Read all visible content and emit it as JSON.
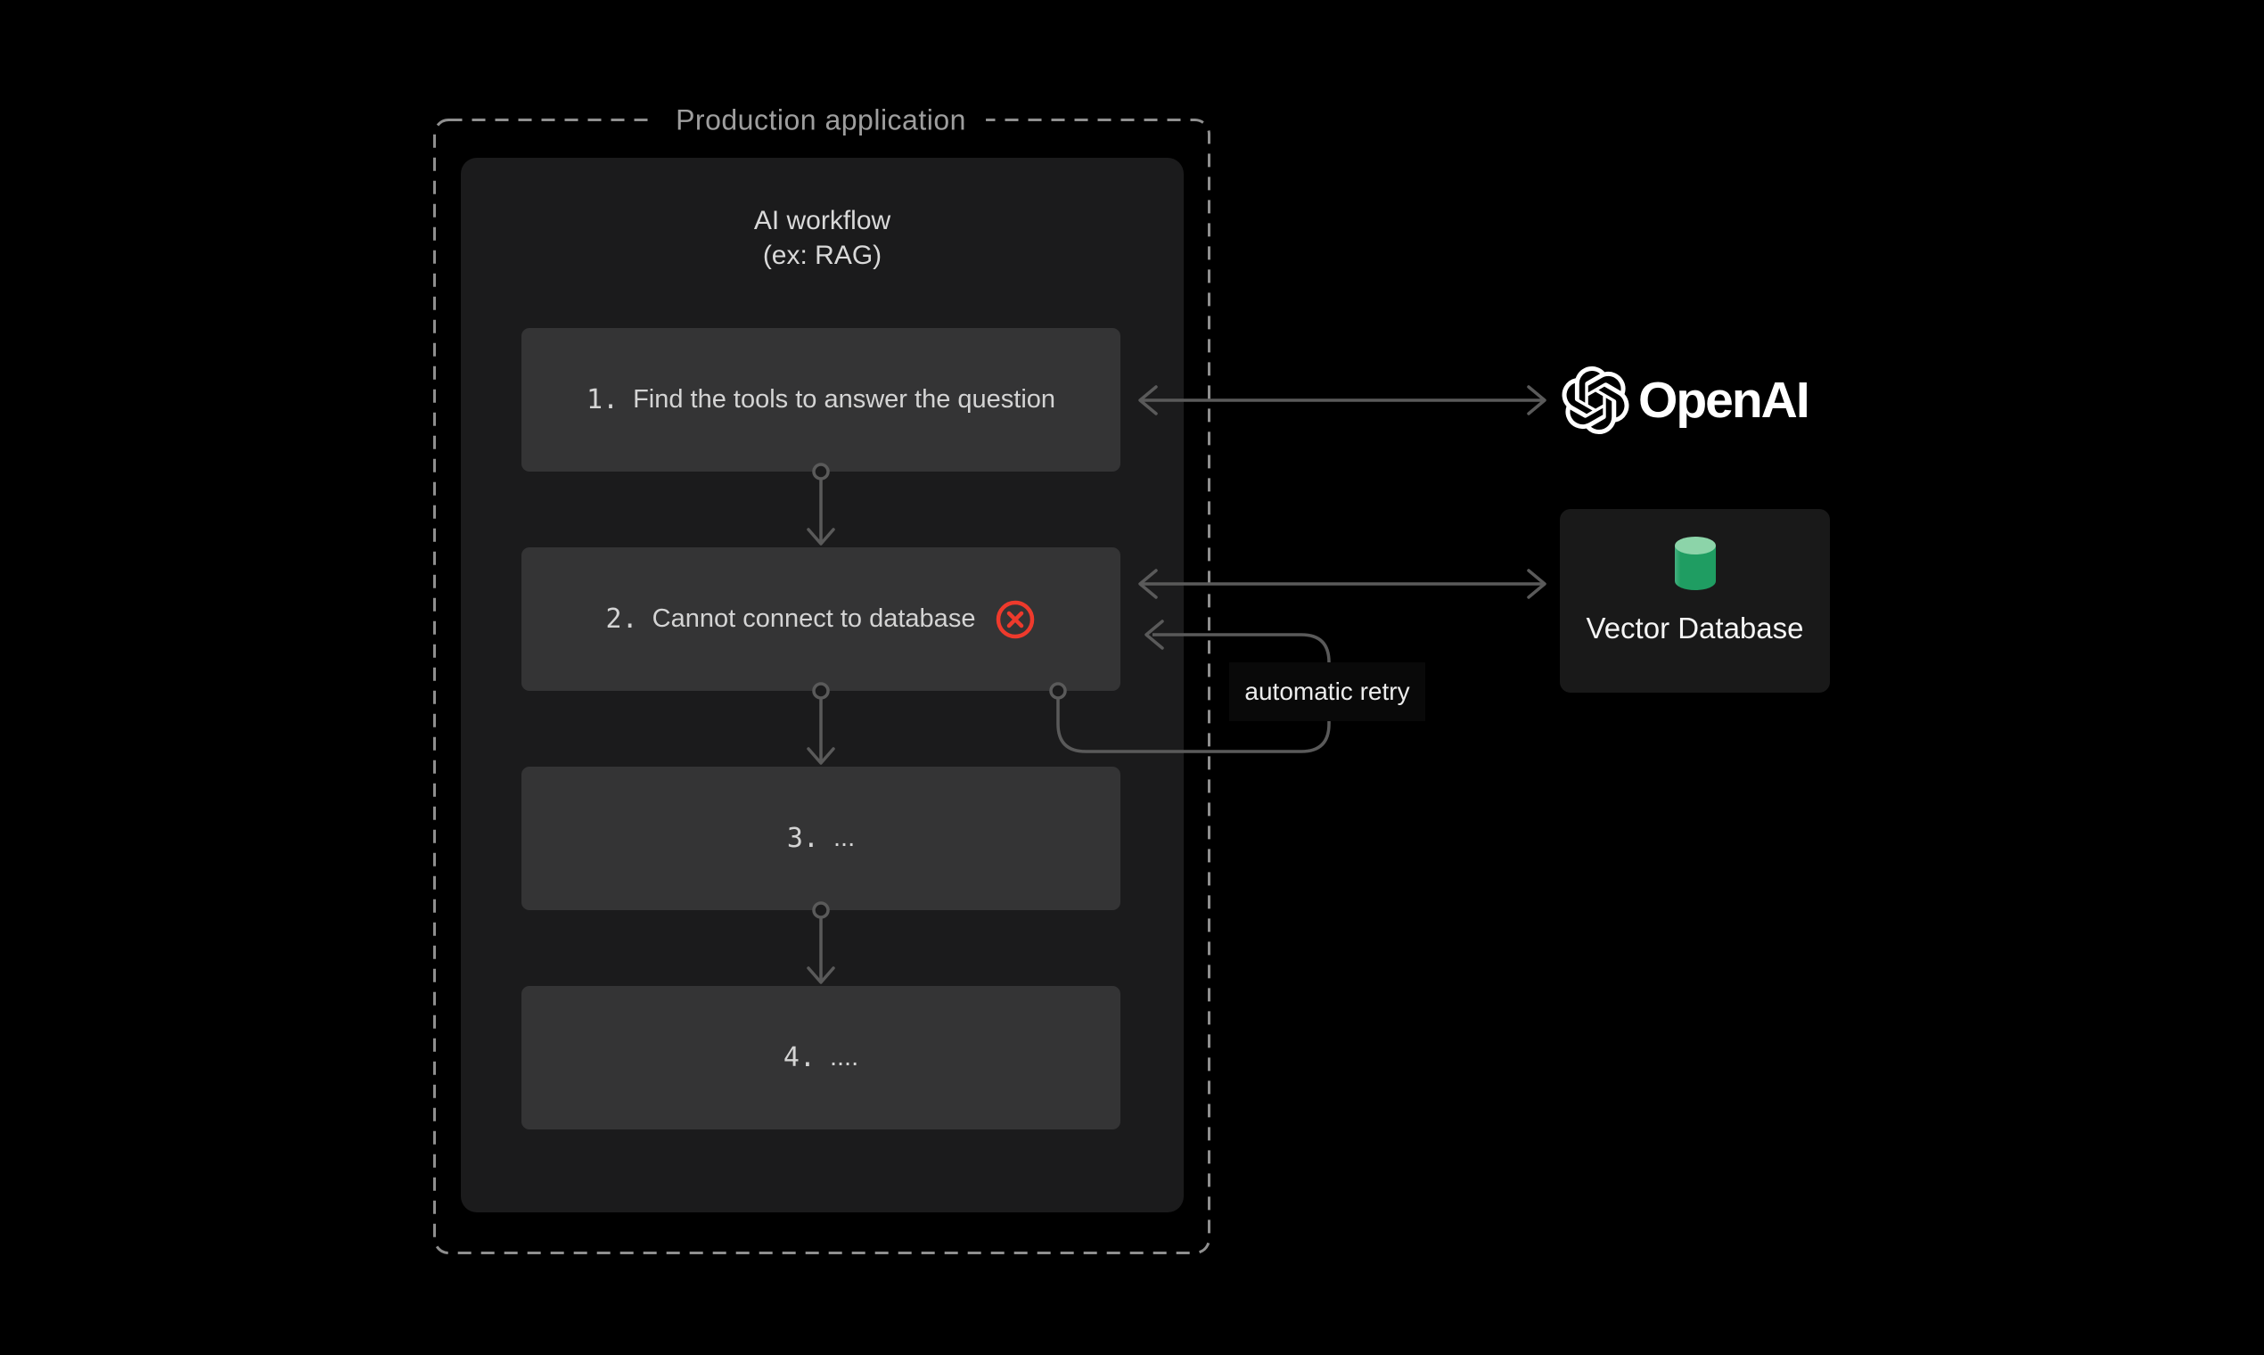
{
  "diagram": {
    "production": {
      "label": "Production application"
    },
    "workflow": {
      "title": "AI workflow",
      "subtitle": "(ex: RAG)",
      "steps": [
        {
          "number": "1.",
          "text": "Find the tools to answer the question",
          "status": "ok"
        },
        {
          "number": "2.",
          "text": "Cannot connect to database",
          "status": "error"
        },
        {
          "number": "3.",
          "text": "...",
          "status": "ok"
        },
        {
          "number": "4.",
          "text": "....",
          "status": "ok"
        }
      ]
    },
    "retry": {
      "label": "automatic retry"
    },
    "services": {
      "openai": {
        "name": "OpenAI",
        "icon": "openai-logo-icon"
      },
      "vector_database": {
        "name": "Vector Database",
        "icon": "database-cylinder-icon"
      }
    }
  },
  "colors": {
    "bg": "#000000",
    "panel": "#1b1b1c",
    "box": "#343435",
    "box-text": "#d4d4d4",
    "title-text": "#d9d9d9",
    "muted": "#9e9e9e",
    "line": "#5a5a5a",
    "dash": "#8f8f8f",
    "red": "#ee3a2c",
    "green-top": "#8cd4a9",
    "green-body": "#1f9d62",
    "green-edge": "#45b080",
    "card": "#191919",
    "label-bg": "#090909",
    "white": "#ffffff"
  }
}
